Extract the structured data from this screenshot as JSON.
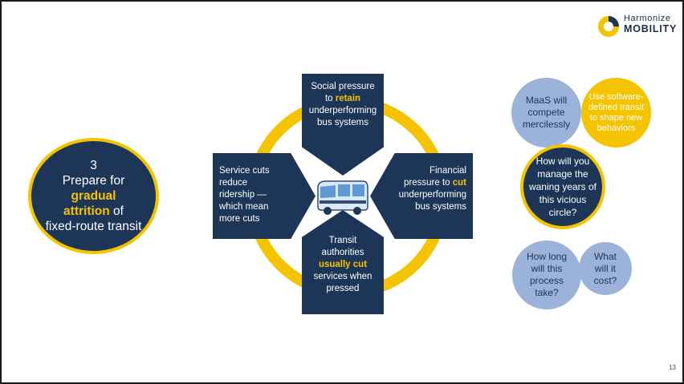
{
  "logo": {
    "line1": "Harmonize",
    "line2": "MOBILITY"
  },
  "oval": {
    "number": "3",
    "line1": "Prepare for",
    "highlight1": "gradual",
    "highlight2": "attrition",
    "of": " of",
    "line_last": "fixed-route transit"
  },
  "cycle": {
    "top": {
      "line1": "Social pressure",
      "pre": "to ",
      "highlight": "retain",
      "line3": "underperforming",
      "line4": "bus systems"
    },
    "right": {
      "line1": "Financial",
      "pre": "pressure to ",
      "highlight": "cut",
      "line3": "underperforming",
      "line4": "bus systems"
    },
    "bottom": {
      "line1": "Transit",
      "line2": "authorities",
      "highlight": "usually cut",
      "line4": "services when",
      "line5": "pressed"
    },
    "left": {
      "line1": "Service cuts",
      "line2": "reduce",
      "line3": "ridership —",
      "line4": "which mean",
      "line5": "more cuts"
    }
  },
  "circles": {
    "maas": [
      "MaaS will",
      "compete",
      "mercilessly"
    ],
    "software": [
      "Use software-",
      "defined transit",
      "to shape new",
      "behaviors"
    ],
    "question": [
      "How will you",
      "manage the",
      "waning years of",
      "this vicious",
      "circle?"
    ],
    "how_long": [
      "How long",
      "will this",
      "process",
      "take?"
    ],
    "cost": [
      "What",
      "will it",
      "cost?"
    ]
  },
  "colors": {
    "navy": "#1d3557",
    "yellow": "#f5c400",
    "light_blue": "#9bb3d9"
  },
  "icons": {
    "bus": "bus-icon",
    "logo_mark": "harmonize-logo-mark"
  },
  "page_number": "13"
}
